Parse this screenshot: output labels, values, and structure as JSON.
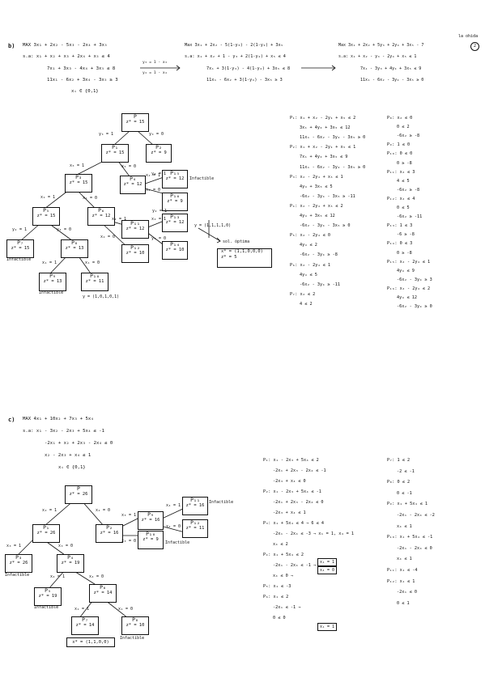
{
  "corner_note": "la ohida",
  "corner_num": "2",
  "b": {
    "label": "b)",
    "p1": [
      "MAX  3x₁ + 2x₂ - 5x₃ - 2x₄ + 3x₅",
      "s.a:  x₁ + x₂ + x₃ + 2x₄ + x₅ ≤ 4",
      "7x₁ + 3x₃ - 4x₄ + 3x₅ ≤ 8",
      "11x₁ - 6x₂ + 3x₄ - 3x₅ ≥ 3",
      "xᵢ ∈ {0,1}"
    ],
    "sub_top": "y₃ = 1 - x₃",
    "sub_bot": "y₄ = 1 - x₄",
    "p2": [
      "Max  3x₁ + 2x₂ - 5(1-y₃) - 2(1-y₄) + 3x₅",
      "s.a:  x₁ + x₂ + 1 - y₃ + 2(1-y₄) + x₅ ≤ 4",
      "7x₁ + 3(1-y₃) - 4(1-y₄) + 3x₅ ≤ 8",
      "11x₁ - 6x₂ + 3(1-y₄) - 3x₅ ≥ 3"
    ],
    "p3": [
      "Max  3x₁ + 2x₂ + 5y₃ + 2y₄ + 3x₅ - 7",
      "s.a:  x₁ + x₂ - y₃ - 2y₄ + x₅ ≤ 1",
      "7x₁ - 3y₃ + 4y₄ + 3x₅ ≤ 9",
      "11x₁ - 6x₂ - 3y₄ - 3x₅ ≥ 0"
    ],
    "nodes": [
      {
        "n": "P",
        "z": "z* = 15"
      },
      {
        "n": "P₁",
        "z": "z* = 15"
      },
      {
        "n": "P₂",
        "z": "z* = 9"
      },
      {
        "n": "P₃",
        "z": "z* = 15"
      },
      {
        "n": "P₄",
        "z": "z* = 12"
      },
      {
        "n": "P₅",
        "z": "z* = 15"
      },
      {
        "n": "P₆",
        "z": "z* = 12"
      },
      {
        "n": "P₇",
        "z": "z* = 15"
      },
      {
        "n": "P₈",
        "z": "z* = 13"
      },
      {
        "n": "P₉",
        "z": "z* = 13"
      },
      {
        "n": "P₁₀",
        "z": "z* = 11"
      },
      {
        "n": "P₁₁",
        "z": "z* = 12"
      },
      {
        "n": "P₁₂",
        "z": "z* = 10"
      },
      {
        "n": "P₁₃",
        "z": "z* = 12"
      },
      {
        "n": "P₁₄",
        "z": "z* = 10"
      },
      {
        "n": "P₁₅",
        "z": "z* = 12"
      },
      {
        "n": "P₁₆",
        "z": "z* = 9"
      }
    ],
    "edge_labels": [
      "y₃ = 1",
      "y₃ = 0",
      "x₅ = 1",
      "x₅ = 0",
      "x₁ = 1",
      "x₁ = 0",
      "x₂ = 1",
      "x₂ = 0",
      "y₄ = 1",
      "y₄ = 0",
      "x₂ = 1",
      "x₂ = 0",
      "x₂ = 1",
      "y₄ = 1",
      "y₄ = 0",
      "x₁ = 1",
      "x₁ = 0",
      "y₄ = 1"
    ],
    "infeasible": "Infactible",
    "y_vec_a": "y = (1,1,1,1,0)",
    "y_vec_b": "y = (1,0,1,0,1)",
    "sol_label": "sol. óptima",
    "sol_x": "x* = (1,1,0,0,0)",
    "sol_z": "z* = 5",
    "calc_left": [
      "P₁: x₁ + x₂ - 2y₄ + x₅ ≤ 2",
      "3x₁ + 4y₄ + 3x₅ ≤ 12",
      "11x₁ - 6x₂ - 3y₄ - 3x₅ ≥ 0",
      "P₂: x₁ + x₂ - 2y₄ + x₅ ≤ 1",
      "7x₁ + 4y₄ + 3x₅ ≤ 9",
      "11x₁ - 6x₂ - 3y₄ - 3x₅ ≥ 0",
      "P₃: x₂ - 2y₄ + x₅ ≤ 1",
      "4y₄ + 3x₅ ≤ 5",
      "-6x₂ - 3y₄ - 3x₅ ≥ -11",
      "P₄: x₂ - 2y₄ + x₅ ≤ 2",
      "4y₄ + 3x₅ ≤ 12",
      "-6x₂ - 3y₄ - 3x₅ ≥ 0",
      "P₅: x₂ - 2y₄ ≤ 0",
      "4y₄ ≤ 2",
      "-6x₂ - 3y₄ ≥ -8",
      "P₆: x₂ - 2y₄ ≤ 1",
      "4y₄ ≤ 5",
      "-6x₂ - 3y₄ ≥ -11",
      "P₇: x₂ ≤ 2",
      "4 ≤ 2"
    ],
    "calc_right": [
      "P₈: x₂ ≤ 0",
      "0 ≤ 2",
      "-6x₂ ≥ -8",
      "P₉: 1 ≤ 0",
      "P₁₀: 0 ≤ 0",
      "0 ≥ -8",
      "P₁₁: x₂ ≤ 3",
      "4 ≤ 5",
      "-6x₂ ≥ -8",
      "P₁₂: x₂ ≤ 4",
      "0 ≤ 5",
      "-6x₂ ≥ -11",
      "P₁₃: 1 ≤ 3",
      "-6 ≥ -8",
      "P₁₄: 0 ≤ 3",
      "0 ≥ -8",
      "P₁₅: x₂ - 2y₄ ≤ 1",
      "4y₄ ≤ 9",
      "-6x₂ - 3y₄ ≥ 3",
      "P₁₆: x₂ - 2y₄ ≤ 2",
      "4y₄ ≤ 12",
      "-6x₂ - 3y₄ ≥ 0"
    ]
  },
  "c": {
    "label": "c)",
    "p1": [
      "MAX  4x₁ + 10x₂ + 7x₃ + 5x₄",
      "s.a:  x₁ - 3x₂ - 2x₃ + 5x₄ ≤ -1",
      "-2x₁ + x₂ + 2x₃ - 2x₄ ≤ 0",
      "x₂ - 2x₃ + x₄ ≤ 1",
      "xᵢ ∈ {0,1}"
    ],
    "nodes": [
      {
        "n": "P",
        "z": "z* = 26"
      },
      {
        "n": "P₁",
        "z": "z* = 26"
      },
      {
        "n": "P₂",
        "z": "z* = 16"
      },
      {
        "n": "P₃",
        "z": "z* = 26"
      },
      {
        "n": "P₄",
        "z": "z* = 19"
      },
      {
        "n": "P₅",
        "z": "z* = 19"
      },
      {
        "n": "P₆",
        "z": "z* = 14"
      },
      {
        "n": "P₇",
        "z": "z* = 14"
      },
      {
        "n": "P₈",
        "z": "z* = 10"
      },
      {
        "n": "P₉",
        "z": "z* = 16"
      },
      {
        "n": "P₁₀",
        "z": "z* = 9"
      },
      {
        "n": "P₁₁",
        "z": "z* = 16"
      },
      {
        "n": "P₁₂",
        "z": "z* = 11"
      }
    ],
    "edge_labels": [
      "x₂ = 1",
      "x₂ = 0",
      "x₃ = 1",
      "x₃ = 0",
      "x₄ = 1",
      "x₄ = 0",
      "x₃ = 1",
      "x₃ = 0",
      "x₁ = 1",
      "x₁ = 0",
      "x₄ = 1",
      "x₄ = 0"
    ],
    "infeasible": "Infactible",
    "sol_x": "x* = (1,1,0,0)",
    "calc_left": [
      "P₁: x₁ - 2x₃ + 5x₄ ≤ 2",
      "-2x₁ + 2x₃ - 2x₄ ≤ -1",
      "-2x₃ + x₄ ≤ 0",
      "P₂: x₁ - 2x₃ + 5x₄ ≤ -1",
      "-2x₁ + 2x₃ - 2x₄ ≤ 0",
      "-2x₃ + x₄ ≤ 1",
      "P₃: x₁ + 5x₄ ≤ 4  →  6 ≤ 4",
      "-2x₁ - 2x₄ ≤ -3  →  x₁ = 1, x₄ = 1",
      "x₄ ≤ 2",
      "P₄: x₁ + 5x₄ ≤ 2",
      "-2x₁ - 2x₄ ≤ -1  →",
      "x₄ ≤ 0  →",
      "P₅: x₁ ≤ -3",
      "P₆: x₁ ≤ 2",
      "-2x₁ ≤ -1  →",
      "0 ≤ 0"
    ],
    "boxed": [
      "x₁ = 1",
      "x₄ = 0",
      "x₁ = 1"
    ],
    "calc_right": [
      "P₇: 1 ≤ 2",
      "-2 ≤ -1",
      "P₈: 0 ≤ 2",
      "0 ≤ -1",
      "P₉: x₁ + 5x₄ ≤ 1",
      "-2x₁ - 2x₄ ≤ -2",
      "x₄ ≤ 1",
      "P₁₀: x₁ + 5x₄ ≤ -1",
      "-2x₁ - 2x₄ ≤ 0",
      "x₄ ≤ 1",
      "P₁₁: x₁ ≤ -4",
      "P₁₂: x₁ ≤ 1",
      "-2x₁ ≤ 0",
      "0 ≤ 1"
    ]
  }
}
